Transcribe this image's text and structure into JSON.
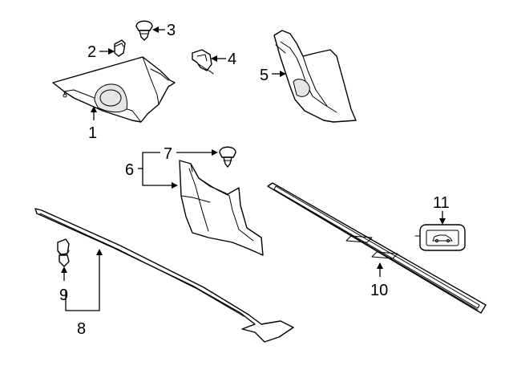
{
  "callouts": {
    "c1": "1",
    "c2": "2",
    "c3": "3",
    "c4": "4",
    "c5": "5",
    "c6": "6",
    "c7": "7",
    "c8": "8",
    "c9": "9",
    "c10": "10",
    "c11": "11"
  },
  "colors": {
    "line": "#000000",
    "fill": "#ffffff"
  }
}
